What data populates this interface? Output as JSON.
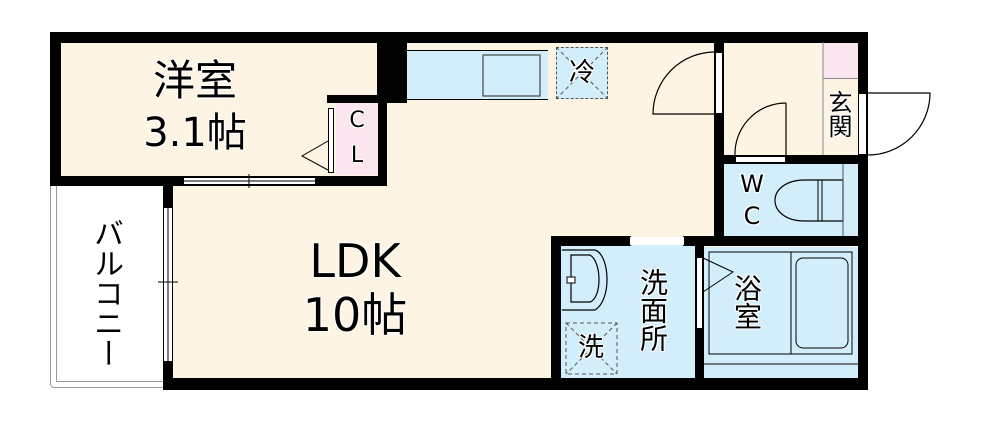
{
  "floor_plan": {
    "rooms": {
      "western_room": {
        "name": "洋室",
        "size": "3.1帖"
      },
      "closet": {
        "line1": "C",
        "line2": "L"
      },
      "ldk": {
        "name": "LDK",
        "size": "10帖"
      },
      "balcony": {
        "name": "バルコニー"
      },
      "fridge": {
        "name": "冷"
      },
      "entrance": {
        "name": "玄関"
      },
      "toilet": {
        "line1": "W",
        "line2": "C"
      },
      "washroom": {
        "name": "洗面所"
      },
      "washer": {
        "name": "洗"
      },
      "bathroom": {
        "name": "浴室"
      }
    },
    "colors": {
      "wall": "#000000",
      "living_floor": "#fdf4e3",
      "wet_area": "#d3eefb",
      "closet_shoebox": "#fbe6ef"
    }
  }
}
